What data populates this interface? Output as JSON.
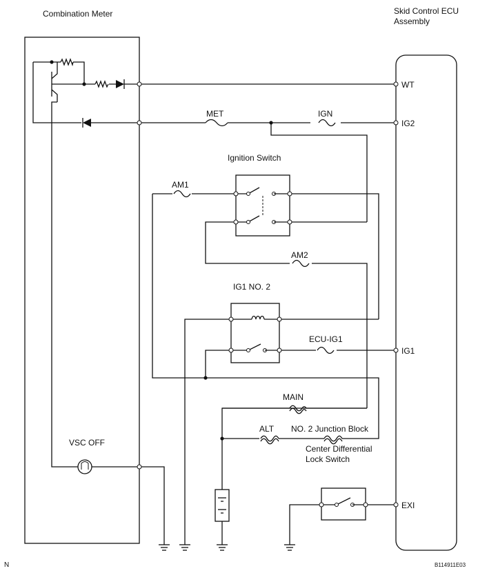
{
  "labels": {
    "combination_meter": "Combination Meter",
    "skid_ecu_line1": "Skid Control ECU",
    "skid_ecu_line2": "Assembly",
    "pin_wt": "WT",
    "pin_ig2": "IG2",
    "pin_ig1": "IG1",
    "pin_exi": "EXI",
    "fuse_met": "MET",
    "fuse_ign": "IGN",
    "ignition_switch": "Ignition Switch",
    "fuse_am1": "AM1",
    "fuse_am2": "AM2",
    "relay_ig1_no2": "IG1 NO. 2",
    "fuse_ecu_ig1": "ECU-IG1",
    "fuse_main": "MAIN",
    "fuse_alt": "ALT",
    "junction_block": "NO. 2 Junction Block",
    "cdl_switch_line1": "Center Differential",
    "cdl_switch_line2": "Lock Switch",
    "vsc_off": "VSC OFF",
    "corner_n": "N",
    "figure_code": "B114911E03"
  }
}
